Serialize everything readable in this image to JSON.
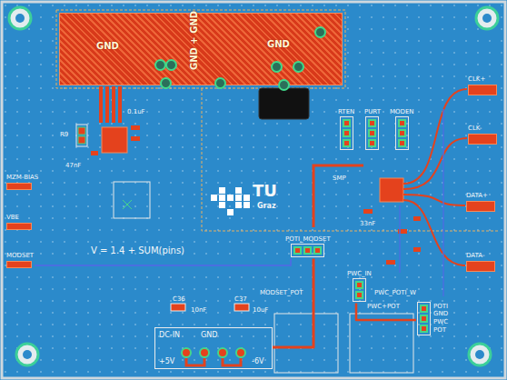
{
  "diagram": {
    "nodes": [
      {
        "text": [
          "GND",
          "GND + GND",
          "GND"
        ]
      },
      {
        "text": [
          "RTEN"
        ]
      },
      {
        "text": [
          "PURT"
        ]
      },
      {
        "text": [
          "MODEN"
        ]
      },
      {
        "text": [
          "CLK+"
        ]
      },
      {
        "text": [
          "CLK-"
        ]
      },
      {
        "text": [
          "DATA+"
        ]
      },
      {
        "text": [
          "DATA-"
        ]
      },
      {
        "text": [
          "MZM-BIAS"
        ]
      },
      {
        "text": [
          "VBE"
        ]
      },
      {
        "text": [
          "MODSET"
        ]
      },
      {
        "text": [
          "POTI_MODSET"
        ]
      },
      {
        "text": [
          "DC-IN",
          "GND",
          "+5V",
          "-6V"
        ]
      },
      {
        "text": [
          "PWC_IN"
        ]
      },
      {
        "text": [
          "POTI",
          "GND",
          "PWC",
          "POT"
        ]
      }
    ],
    "edges": [
      {
        "from": 10,
        "to": 11,
        "arrow": "none"
      },
      {
        "from": 12,
        "to": 11,
        "arrow": "none"
      },
      {
        "from": 14,
        "to": 13,
        "arrow": "none"
      }
    ],
    "labels": [
      "V = 1.4 + SUM(pins)",
      "TU",
      "Graz",
      "C36",
      "C37",
      "10nF",
      "10uF",
      "R9",
      "0.1uF",
      "47nF",
      "SMP",
      "33nF",
      "PWC_POTI_W",
      "PWC+POT",
      "MODSET_POT"
    ]
  }
}
